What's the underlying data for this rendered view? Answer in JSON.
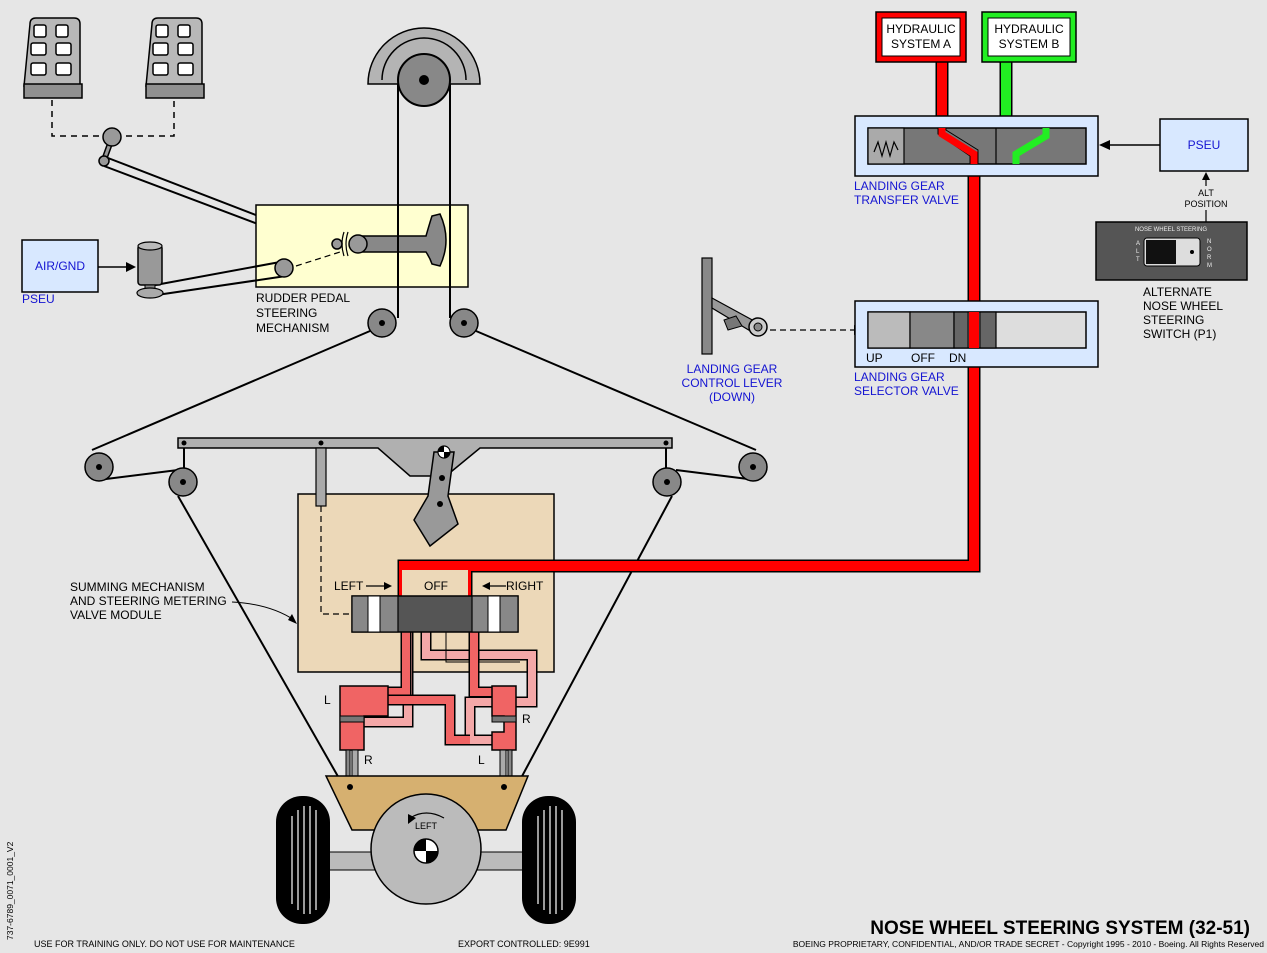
{
  "labels": {
    "hydraulic_a": [
      "HYDRAULIC",
      "SYSTEM A"
    ],
    "hydraulic_b": [
      "HYDRAULIC",
      "SYSTEM B"
    ],
    "pseu_top": "PSEU",
    "alt_position": [
      "ALT",
      "POSITION"
    ],
    "transfer_valve": [
      "LANDING GEAR",
      "TRANSFER VALVE"
    ],
    "switch_header": "NOSE WHEEL STEERING",
    "switch_alt": [
      "A",
      "L",
      "T"
    ],
    "switch_norm": [
      "N",
      "O",
      "R",
      "M"
    ],
    "alt_switch": [
      "ALTERNATE",
      "NOSE WHEEL",
      "STEERING",
      "SWITCH (P1)"
    ],
    "air_gnd": "AIR/GND",
    "pseu_left": "PSEU",
    "rudder_mech": [
      "RUDDER PEDAL",
      "STEERING",
      "MECHANISM"
    ],
    "control_lever": [
      "LANDING GEAR",
      "CONTROL LEVER",
      "(DOWN)"
    ],
    "selector_positions": [
      "UP",
      "OFF",
      "DN"
    ],
    "selector_valve": [
      "LANDING GEAR",
      "SELECTOR VALVE"
    ],
    "summing": [
      "SUMMING MECHANISM",
      "AND STEERING METERING",
      "VALVE MODULE"
    ],
    "left_arrow": "LEFT",
    "off": "OFF",
    "right_arrow": "RIGHT",
    "cyl_L_left": "L",
    "cyl_R_right": "R",
    "cyl_R_bottom": "R",
    "cyl_L_bottom": "L",
    "wheel_left": "LEFT",
    "title": "NOSE WHEEL STEERING SYSTEM (32-51)",
    "foot_left": "USE FOR TRAINING ONLY. DO NOT USE FOR MAINTENANCE",
    "foot_mid": "EXPORT CONTROLLED: 9E991",
    "foot_right": "BOEING PROPRIETARY, CONFIDENTIAL, AND/OR TRADE SECRET - Copyright 1995 - 2010 - Boeing. All Rights Reserved",
    "side_id": "737-6789_0071_0001_V2"
  },
  "colors": {
    "system_a": "#ff0000",
    "system_b": "#22ee22",
    "return": "#f06464",
    "return_light": "#f4a8a8"
  },
  "icons": [
    "rudder-pedal-icon",
    "air-gnd-sensor-icon",
    "alt-switch-icon",
    "steering-arrow-icon",
    "hub-icon"
  ]
}
